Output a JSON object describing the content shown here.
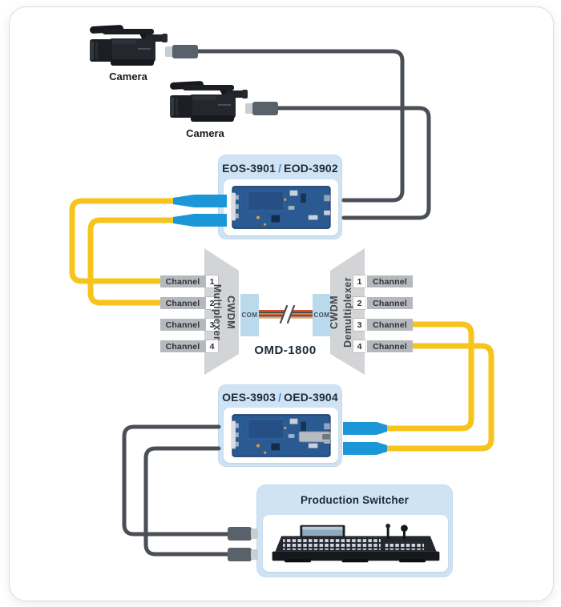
{
  "cameras": [
    {
      "label": "Camera"
    },
    {
      "label": "Camera"
    }
  ],
  "encoder_box": {
    "model_a": "EOS-3901",
    "separator": "/",
    "model_b": "EOD-3902"
  },
  "decoder_box": {
    "model_a": "OES-3903",
    "separator": "/",
    "model_b": "OED-3904"
  },
  "mux": {
    "name_line1": "CWDM",
    "name_line2": "Multiplexer",
    "com_label": "COM",
    "channels": [
      {
        "label": "Channel",
        "number": "1"
      },
      {
        "label": "Channel",
        "number": "2"
      },
      {
        "label": "Channel",
        "number": "3"
      },
      {
        "label": "Channel",
        "number": "4"
      }
    ]
  },
  "demux": {
    "name_line1": "CWDM",
    "name_line2": "Demultiplexer",
    "com_label": "COM",
    "channels": [
      {
        "label": "Channel",
        "number": "1"
      },
      {
        "label": "Channel",
        "number": "2"
      },
      {
        "label": "Channel",
        "number": "3"
      },
      {
        "label": "Channel",
        "number": "4"
      }
    ]
  },
  "omd": {
    "label": "OMD-1800"
  },
  "switcher": {
    "title": "Production Switcher"
  },
  "colors": {
    "fiber_yellow": "#f6c41c",
    "cable_gray": "#4a4f55",
    "connector_blue": "#1b96d6",
    "panel_blue": "#cfe3f5",
    "com_blue": "#bad9ec",
    "label_gray": "#b5b8bd",
    "trapezoid_gray": "#d3d4d6",
    "slash_blue": "#4a90d9"
  }
}
